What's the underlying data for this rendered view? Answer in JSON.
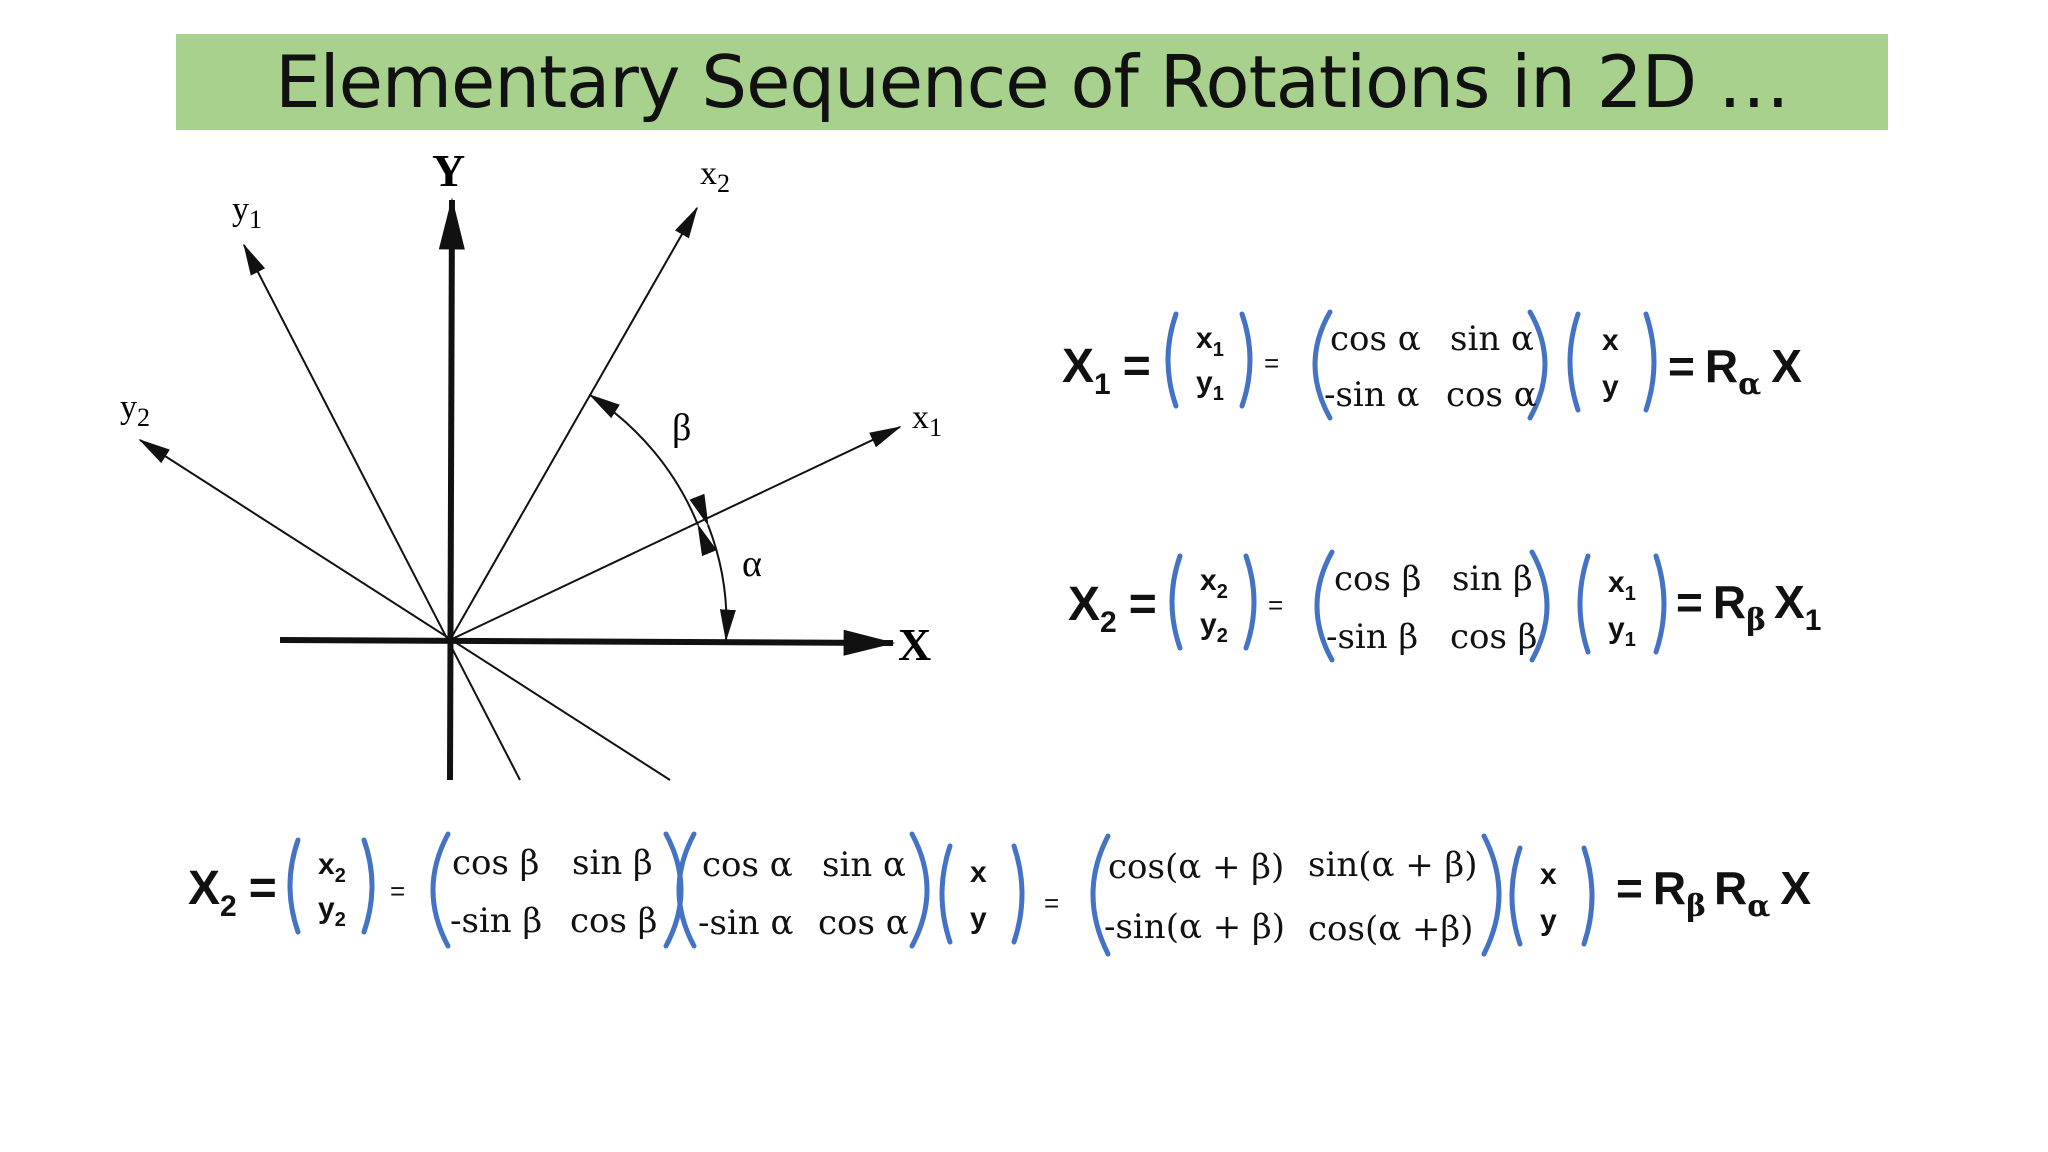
{
  "title": "Elementary Sequence of Rotations in 2D …",
  "colors": {
    "title_background": "#a9d18e",
    "bracket": "#4472c4",
    "text": "#111111"
  },
  "diagram": {
    "labels": {
      "big_y": "Y",
      "big_x": "X",
      "x1": {
        "base": "x",
        "sub": "1"
      },
      "y1": {
        "base": "y",
        "sub": "1"
      },
      "x2": {
        "base": "x",
        "sub": "2"
      },
      "y2": {
        "base": "y",
        "sub": "2"
      },
      "alpha": "α",
      "beta": "β"
    }
  },
  "equations": {
    "eq1": {
      "lhs": {
        "base": "X",
        "sub": "1"
      },
      "eq": "=",
      "eq_small": "=",
      "vec": [
        {
          "base": "x",
          "sub": "1"
        },
        {
          "base": "y",
          "sub": "1"
        }
      ],
      "matrix": {
        "m11": "cos α",
        "m12": "sin α",
        "m21": "-sin α",
        "m22": "cos α"
      },
      "vec2": [
        "x",
        "y"
      ],
      "rhs": {
        "eq": "=",
        "R": "R",
        "Rsub": "α",
        "X": "X"
      }
    },
    "eq2": {
      "lhs": {
        "base": "X",
        "sub": "2"
      },
      "eq": "=",
      "eq_small": "=",
      "vec": [
        {
          "base": "x",
          "sub": "2"
        },
        {
          "base": "y",
          "sub": "2"
        }
      ],
      "matrix": {
        "m11": "cos β",
        "m12": "sin β",
        "m21": "-sin β",
        "m22": "cos β"
      },
      "vec2": [
        {
          "base": "x",
          "sub": "1"
        },
        {
          "base": "y",
          "sub": "1"
        }
      ],
      "rhs": {
        "eq": "=",
        "R": "R",
        "Rsub": "β",
        "X": "X",
        "Xsub": "1"
      }
    },
    "eq3": {
      "lhs": {
        "base": "X",
        "sub": "2"
      },
      "eq": "=",
      "eq_small": "=",
      "eq_small2": "=",
      "vec": [
        {
          "base": "x",
          "sub": "2"
        },
        {
          "base": "y",
          "sub": "2"
        }
      ],
      "matrix_beta": {
        "m11": "cos β",
        "m12": "sin β",
        "m21": "-sin β",
        "m22": "cos β"
      },
      "matrix_alpha": {
        "m11": "cos α",
        "m12": "sin α",
        "m21": "-sin α",
        "m22": "cos α"
      },
      "vec_xy": [
        "x",
        "y"
      ],
      "matrix_sum": {
        "m11": "cos(α + β)",
        "m12": "sin(α + β)",
        "m21": "-sin(α + β)",
        "m22": "cos(α +β)"
      },
      "vec_xy2": [
        "x",
        "y"
      ],
      "rhs": {
        "eq": "=",
        "R1": "R",
        "R1sub": "β",
        "R2": "R",
        "R2sub": "α",
        "X": "X"
      }
    }
  }
}
